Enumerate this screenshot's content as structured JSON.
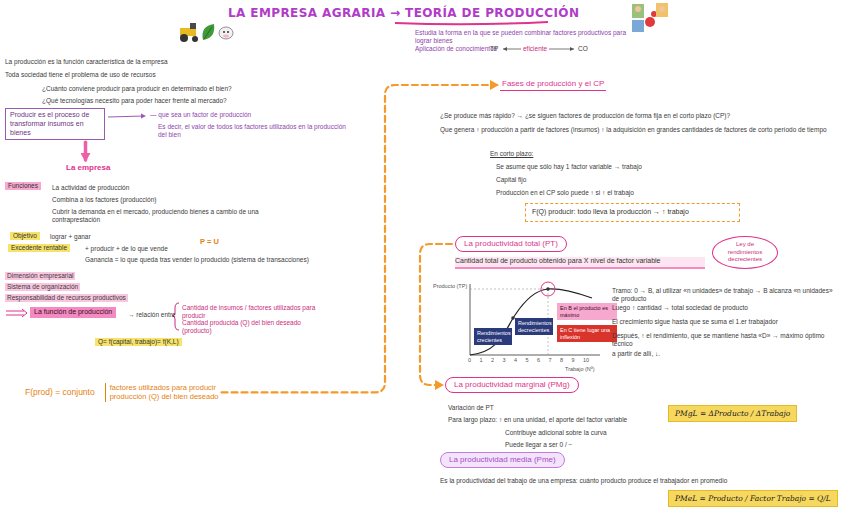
{
  "diagram": {
    "title": "LA EMPRESA AGRARIA → TEORÍA DE PRODUCCIÓN",
    "nodes": [
      {
        "text": [
          "Producir es el proceso de transformar insumos en bienes"
        ]
      },
      {
        "text": [
          "La empresa"
        ]
      },
      {
        "text": [
          "Funciones"
        ]
      },
      {
        "text": [
          "Objetivo"
        ]
      },
      {
        "text": [
          "Excedente rentable"
        ]
      },
      {
        "text": [
          "La función de producción"
        ]
      },
      {
        "text": [
          "Q= f(capital, trabajo)= f(K,L)"
        ]
      },
      {
        "text": [
          "F(prod) = conjunto",
          "factores utilizados para producir",
          "producción (Q) del bien deseado"
        ]
      },
      {
        "text": [
          "Fases de producción y el CP"
        ]
      },
      {
        "text": [
          "F(Q) producir: todo lleva la producción → ↑ trabajo"
        ]
      },
      {
        "text": [
          "La productividad total (PT)"
        ]
      },
      {
        "text": [
          "Cantidad total de producto obtenido para X nivel de factor variable"
        ]
      },
      {
        "text": [
          "La productividad marginal (PMg)"
        ]
      },
      {
        "text": [
          "PMgL = ΔProducto / ΔTrabajo"
        ]
      },
      {
        "text": [
          "La productividad media (Pme)"
        ]
      },
      {
        "text": [
          "PMeL = Producto / Factor Trabajo = Q/L"
        ]
      },
      {
        "text": [
          "Rendimientos crecientes"
        ]
      },
      {
        "text": [
          "Rendimientos decrecientes"
        ]
      },
      {
        "text": [
          "En B el producto es máximo"
        ]
      },
      {
        "text": [
          "En C tiene lugar una inflexión"
        ]
      },
      {
        "text": [
          "Ley de rendimientos decrecientes"
        ]
      }
    ],
    "edges": [
      {
        "from": 0,
        "to": 1,
        "arrow": "to"
      },
      {
        "from": 7,
        "to": 8,
        "arrow": "to"
      },
      {
        "from": 10,
        "to": 12,
        "arrow": "to"
      }
    ],
    "labels": [
      "Estudia la forma en la que se pueden combinar factores productivos para lograr bienes",
      "Aplicación de conocimientos",
      "TP",
      "eficiente",
      "CO",
      "La producción es la función característica de la empresa",
      "Toda sociedad tiene el problema de uso de recursos",
      "¿Cuánto conviene producir para producir en determinado el bien?",
      "¿Qué tecnologías necesito para poder hacer frente al mercado?",
      "— que sea un factor de producción",
      "Es decir, el valor de todos los factores utilizados en la producción del bien",
      "La actividad de producción",
      "Combina a los factores (producción)",
      "Cubrir la demanda en el mercado, produciendo bienes a cambio de una contraprestación",
      "lograr + ganar",
      "+ producir + de lo que vende",
      "Ganancia = lo que queda tras vender lo producido (sistema de transacciones)",
      "P = U",
      "Dimensión empresarial",
      "Sistema de organización",
      "Responsabilidad de recursos productivos",
      "→ relación entre",
      "Cantidad de insumos / factores utilizados para producir",
      "Cantidad producida (Q) del bien deseado (producto)",
      "Producto (TP)",
      "0",
      "1",
      "2",
      "3",
      "4",
      "5",
      "6",
      "7",
      "8",
      "9",
      "10",
      "Trabajo (Nº)",
      "Tramo: 0 → B, al utilizar «n unidades» de trabajo → B alcanza «n unidades» de producto",
      "Luego ↑ cantidad → total sociedad de producto",
      "El crecimiento sigue hasta que se suma el 1.er trabajador",
      "Después, ↑ el rendimiento, que se mantiene hasta «D» → máximo óptimo técnico",
      "a partir de allí, ↓.",
      "Variación de PT",
      "Para largo plazo: ↑ en una unidad, el aporte del factor variable",
      "Contribuye adicional sobre la curva",
      "Puede llegar a ser 0 / −",
      "Es la productividad del trabajo de una empresa: cuánto producto produce el trabajador en promedio",
      "En corto plazo:",
      "Se asume que sólo hay 1 factor variable → trabajo",
      "Capital fijo",
      "Producción en el CP solo puede ↑ si ↑ el trabajo",
      "¿Se produce más rápido? → ¿se siguen factores de producción de forma fija en el corto plazo (CP)?",
      "Que genera ↑ producción a partir de factores (insumos) ↑ la adquisición en grandes cantidades de factores de corto período de tiempo"
    ]
  }
}
